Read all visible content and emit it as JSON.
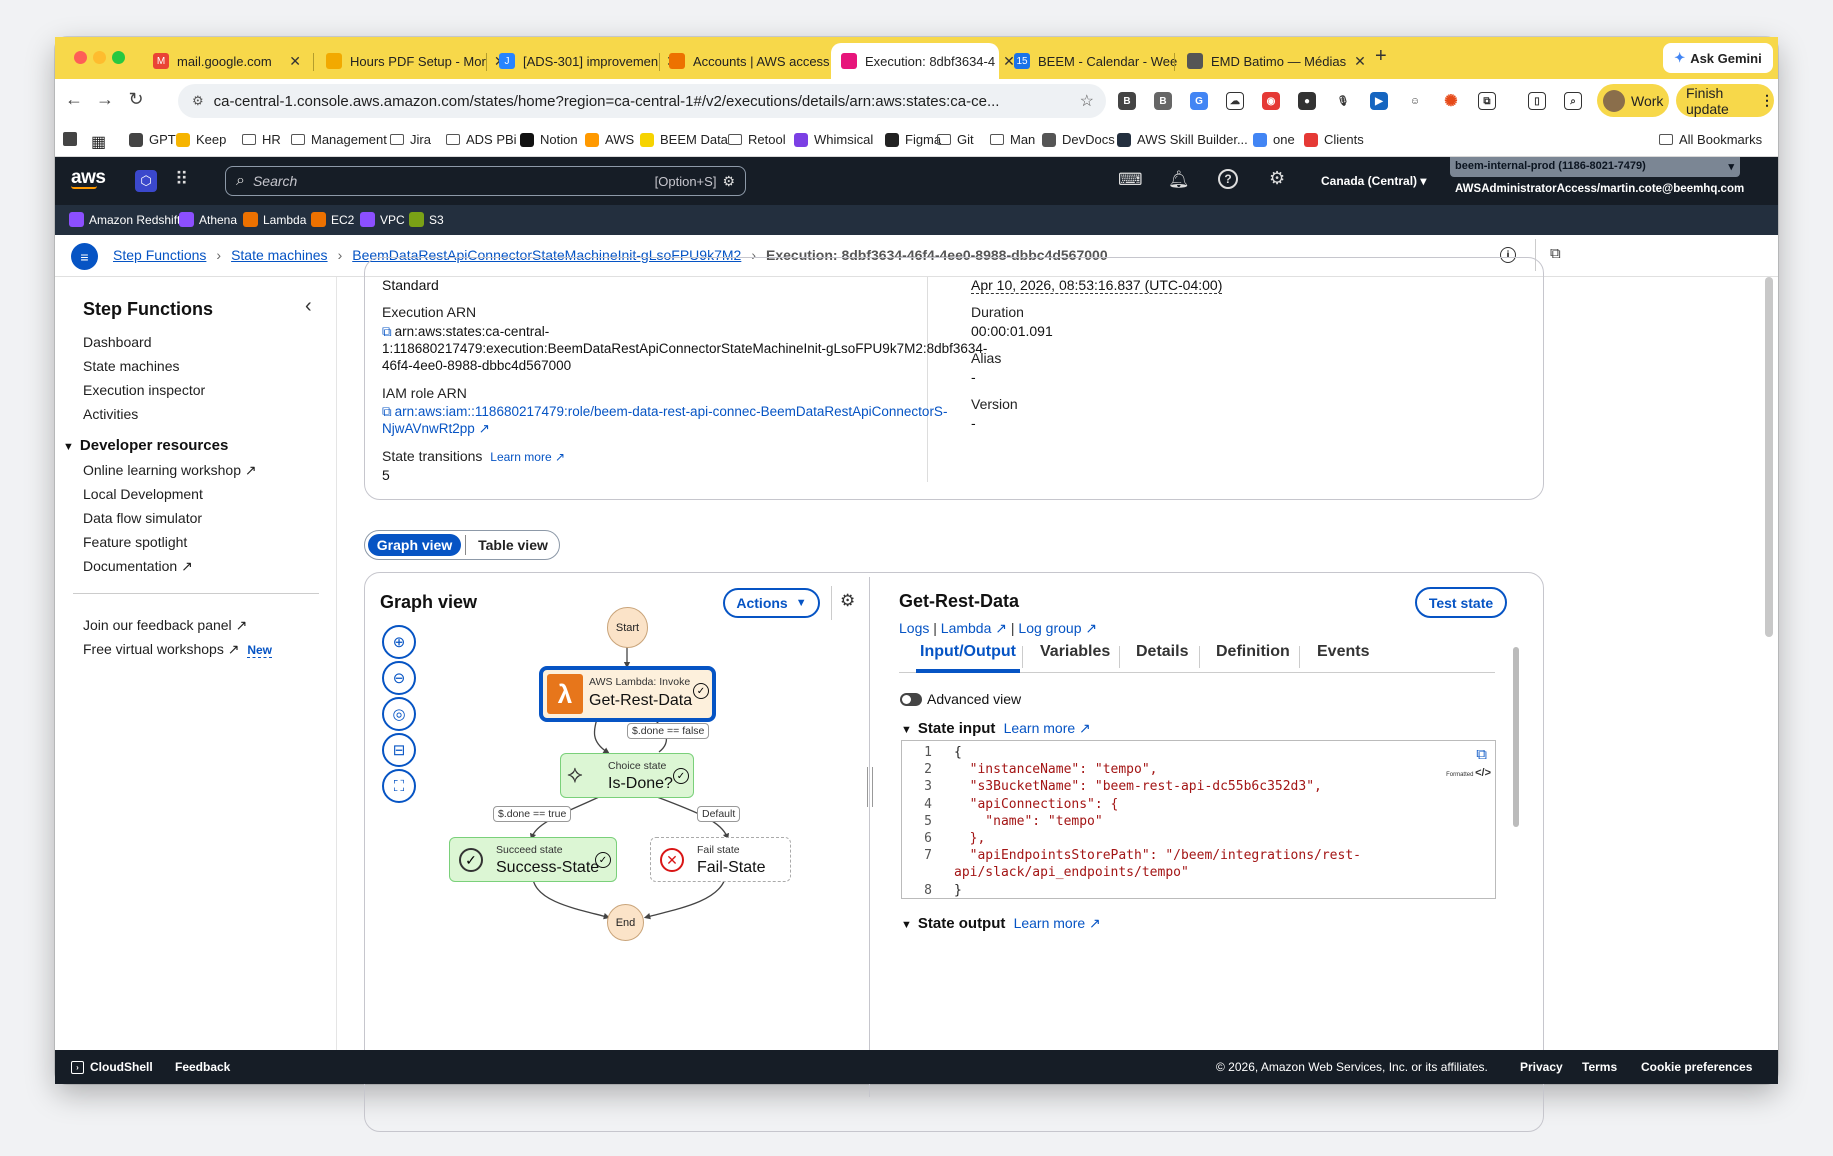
{
  "browser": {
    "tabs": [
      {
        "title": "mail.google.com",
        "color": "#ea4335",
        "glyph": "M"
      },
      {
        "title": "Hours PDF Setup - Mor",
        "color": "#f2a900",
        "glyph": ""
      },
      {
        "title": "[ADS-301] improvemen",
        "color": "#2684ff",
        "glyph": "J"
      },
      {
        "title": "Accounts | AWS access",
        "color": "#ed7100",
        "glyph": ""
      },
      {
        "title": "Execution: 8dbf3634-4",
        "color": "#e7157b",
        "glyph": ""
      },
      {
        "title": "BEEM - Calendar - Wee",
        "color": "#1a73e8",
        "glyph": "15"
      },
      {
        "title": "EMD Batimo — Médias",
        "color": "#555555",
        "glyph": ""
      }
    ],
    "new_tab": "+",
    "ask_gemini": "Ask Gemini",
    "url": "ca-central-1.console.aws.amazon.com/states/home?region=ca-central-1#/v2/executions/details/arn:aws:states:ca-ce...",
    "profile": "Work",
    "finish_update": "Finish update",
    "bookmarks": [
      "GPT",
      "Keep",
      "HR",
      "Management",
      "Jira",
      "ADS PBi",
      "Notion",
      "AWS",
      "BEEM Data",
      "Retool",
      "Whimsical",
      "Figma",
      "Git",
      "Man",
      "DevDocs",
      "AWS Skill Builder...",
      "one",
      "Clients"
    ],
    "all_bookmarks": "All Bookmarks"
  },
  "aws": {
    "logo": "aws",
    "search_placeholder": "Search",
    "search_shortcut": "[Option+S]",
    "region": "Canada (Central)",
    "account": "beem-internal-prod (1186-8021-7479)",
    "role": "AWSAdministratorAccess/martin.cote@beemhq.com",
    "favorites": [
      "Amazon Redshift",
      "Athena",
      "Lambda",
      "EC2",
      "VPC",
      "S3"
    ],
    "favorite_colors": [
      "#8c4fff",
      "#8c4fff",
      "#ed7100",
      "#ed7100",
      "#8c4fff",
      "#7aa116"
    ]
  },
  "breadcrumb": [
    "Step Functions",
    "State machines",
    "BeemDataRestApiConnectorStateMachineInit-gLsoFPU9k7M2",
    "Execution: 8dbf3634-46f4-4ee0-8988-dbbc4d567000"
  ],
  "sidebar": {
    "title": "Step Functions",
    "items": [
      "Dashboard",
      "State machines",
      "Execution inspector",
      "Activities"
    ],
    "dev_title": "Developer resources",
    "dev_items": [
      "Online learning workshop",
      "Local Development",
      "Data flow simulator",
      "Feature spotlight",
      "Documentation"
    ],
    "feedback": "Join our feedback panel",
    "workshops": "Free virtual workshops",
    "new_badge": "New"
  },
  "details": {
    "type_value": "Standard",
    "exec_arn_label": "Execution ARN",
    "exec_arn_line1": "arn:aws:states:ca-central-",
    "exec_arn_line2": "1:118680217479:execution:BeemDataRestApiConnectorStateMachineInit-gLsoFPU9k7M2:8dbf3634-",
    "exec_arn_line3": "46f4-4ee0-8988-dbbc4d567000",
    "iam_label": "IAM role ARN",
    "iam_line1": "arn:aws:iam::118680217479:role/beem-data-rest-api-connec-BeemDataRestApiConnectorS-",
    "iam_line2": "NjwAVnwRt2pp",
    "transitions_label": "State transitions",
    "learn_more": "Learn more",
    "transitions_value": "5",
    "end_time": "Apr 10, 2026, 08:53:16.837 (UTC-04:00)",
    "duration_label": "Duration",
    "duration_value": "00:00:01.091",
    "alias_label": "Alias",
    "alias_value": "-",
    "version_label": "Version",
    "version_value": "-"
  },
  "view_toggle": {
    "graph": "Graph view",
    "table": "Table view"
  },
  "graph": {
    "title": "Graph view",
    "actions": "Actions",
    "start": "Start",
    "end": "End",
    "lambda_sub": "AWS Lambda: Invoke",
    "lambda_name": "Get-Rest-Data",
    "choice_sub": "Choice state",
    "choice_name": "Is-Done?",
    "succeed_sub": "Succeed state",
    "succeed_name": "Success-State",
    "fail_sub": "Fail state",
    "fail_name": "Fail-State",
    "edge_false": "$.done == false",
    "edge_true": "$.done == true",
    "edge_default": "Default"
  },
  "detail_panel": {
    "title": "Get-Rest-Data",
    "test_state": "Test state",
    "links": [
      "Logs",
      "Lambda",
      "Log group"
    ],
    "tabs": [
      "Input/Output",
      "Variables",
      "Details",
      "Definition",
      "Events"
    ],
    "advanced": "Advanced view",
    "state_input": "State input",
    "state_output": "State output",
    "learn_more": "Learn more",
    "formatted": "Formatted",
    "code_lines": [
      {
        "n": "1",
        "t": "{"
      },
      {
        "n": "2",
        "t": "  \"instanceName\": \"tempo\","
      },
      {
        "n": "3",
        "t": "  \"s3BucketName\": \"beem-rest-api-dc55b6c352d3\","
      },
      {
        "n": "4",
        "t": "  \"apiConnections\": {"
      },
      {
        "n": "5",
        "t": "    \"name\": \"tempo\""
      },
      {
        "n": "6",
        "t": "  },"
      },
      {
        "n": "7",
        "t": "  \"apiEndpointsStorePath\": \"/beem/integrations/rest-"
      },
      {
        "n": "",
        "t": "api/slack/api_endpoints/tempo\""
      },
      {
        "n": "8",
        "t": "}"
      }
    ]
  },
  "footer": {
    "cloudshell": "CloudShell",
    "feedback": "Feedback",
    "copyright": "© 2026, Amazon Web Services, Inc. or its affiliates.",
    "links": [
      "Privacy",
      "Terms",
      "Cookie preferences"
    ]
  }
}
